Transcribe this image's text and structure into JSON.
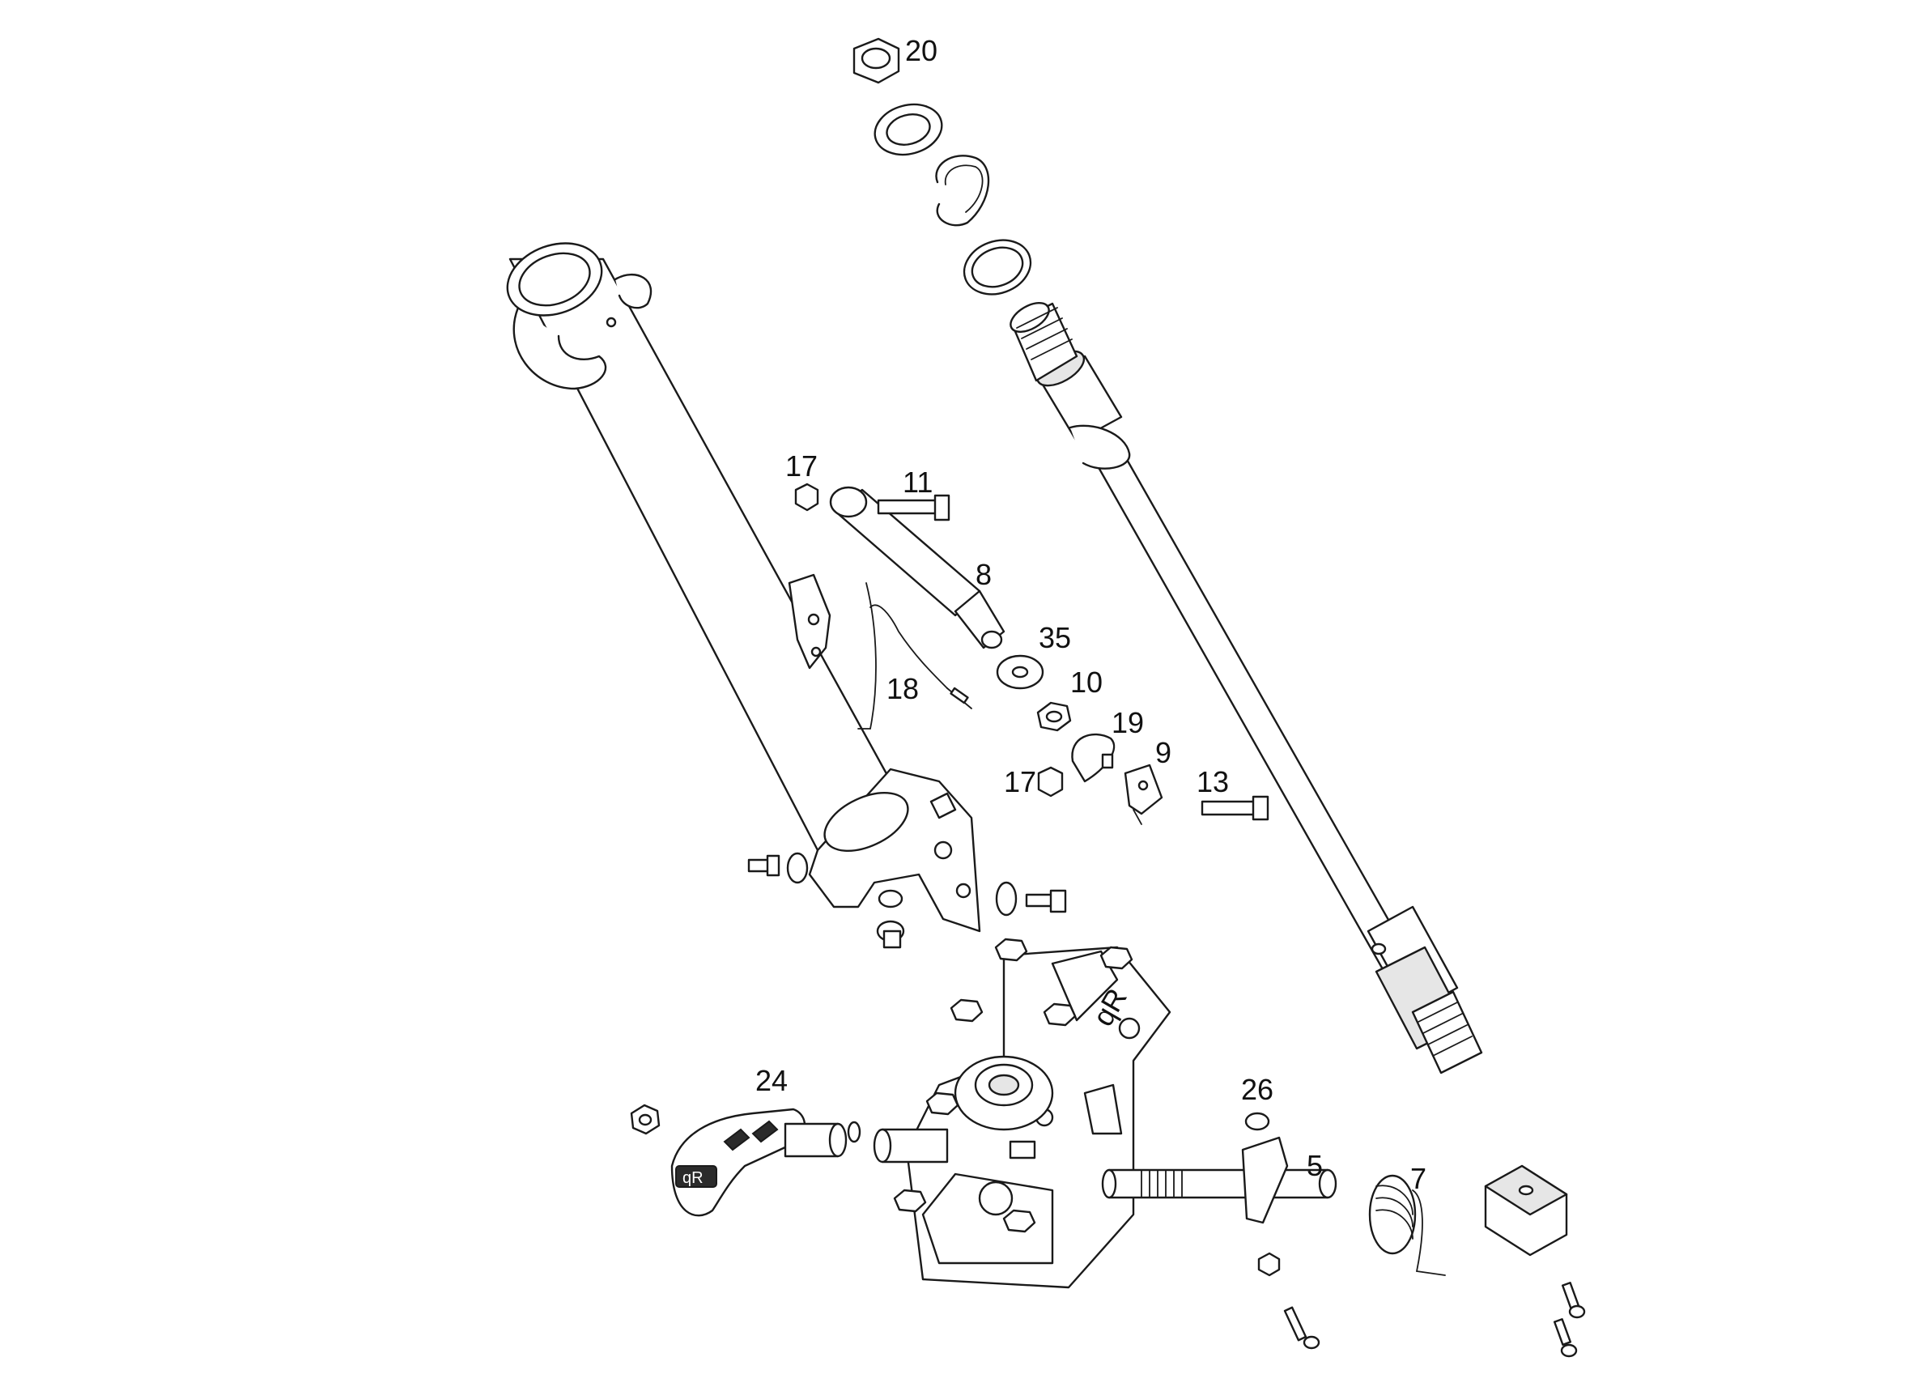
{
  "callouts": [
    {
      "id": "c20",
      "text": "20"
    },
    {
      "id": "c17a",
      "text": "17"
    },
    {
      "id": "c11",
      "text": "11"
    },
    {
      "id": "c8",
      "text": "8"
    },
    {
      "id": "c35",
      "text": "35"
    },
    {
      "id": "c10",
      "text": "10"
    },
    {
      "id": "c18",
      "text": "18"
    },
    {
      "id": "c19",
      "text": "19"
    },
    {
      "id": "c9",
      "text": "9"
    },
    {
      "id": "c17b",
      "text": "17"
    },
    {
      "id": "c13",
      "text": "13"
    },
    {
      "id": "c24",
      "text": "24"
    },
    {
      "id": "c26",
      "text": "26"
    },
    {
      "id": "c5",
      "text": "5"
    },
    {
      "id": "c7",
      "text": "7"
    }
  ],
  "stampText": "qR"
}
